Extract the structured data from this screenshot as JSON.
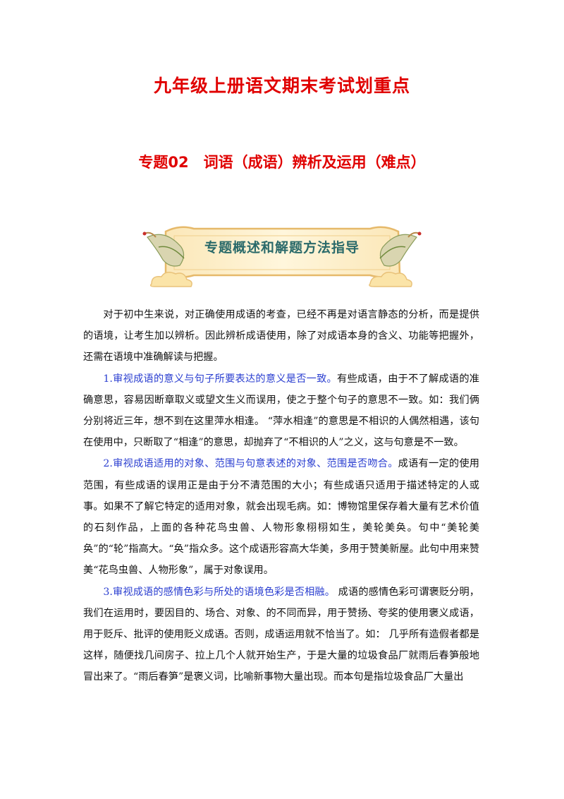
{
  "header": {
    "title": "九年级上册语文期末考试划重点",
    "topic": "专题02　词语（成语）辨析及运用（难点）"
  },
  "banner": {
    "label": "专题概述和解题方法指导"
  },
  "content": {
    "intro": "对于初中生来说，对正确使用成语的考查，已经不再是对语言静态的分析，而是提供的语境，让考生加以辨析。因此辨析成语使用，除了对成语本身的含义、功能等把握外，还需在语境中准确解读与把握。",
    "points": [
      {
        "heading": "1.审视成语的意义与句子所要表达的意义是否一致。",
        "text": "有些成语，由于不了解成语的准确意思，容易因断章取义或望文生义而误用，使之于整个句子的意思不一致。如：我们俩分别将近三年，想不到在这里萍水相逢。 “萍水相逢”的意思是不相识的人偶然相遇，该句在使用中，只断取了“相逢”的意思，却抛弃了“不相识的人”之义，这与句意是不一致。"
      },
      {
        "heading": "2.审视成语适用的对象、范围与句意表述的对象、范围是否吻合。",
        "text": "成语有一定的使用范围，有些成语的误用正是由于分不清范围的大小；有些成语只适用于描述特定的人或事。如果不了解它特定的适用对象，就会出现毛病。如：博物馆里保存着大量有艺术价值的石刻作品，上面的各种花鸟虫兽、人物形象栩栩如生，美轮美奂。句中“美轮美奂”的“轮”指高大。“奂”指众多。这个成语形容高大华美，多用于赞美新屋。此句中用来赞美“花鸟虫兽、人物形象”，属于对象误用。"
      },
      {
        "heading": "3.审视成语的感情色彩与所处的语境色彩是否相融。",
        "text": " 成语的感情色彩可谓褒贬分明，我们在运用时，要因目的、场合、对象、的不同而异，用于赞扬、夸奖的使用褒义成语，用于贬斥、批评的使用贬义成语。否则，成语运用就不恰当了。如： 几乎所有造假者都是这样，随便找几间房子、拉上几个人就开始生产，于是大量的垃圾食品厂就雨后春笋般地冒出来了。“雨后春笋”是褒义词，比喻新事物大量出现。而本句是指垃圾食品厂大量出"
      }
    ]
  },
  "colors": {
    "title_red": "#e00000",
    "highlight_blue": "#2a3ed0",
    "banner_text": "#2a6a6a"
  },
  "icons": [
    "crane-left-icon",
    "crane-right-icon",
    "cloud-icon",
    "scroll-banner-icon"
  ]
}
